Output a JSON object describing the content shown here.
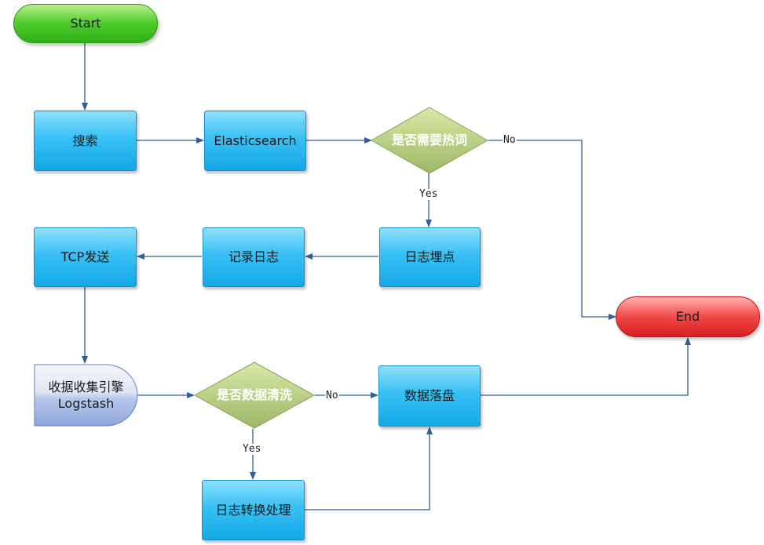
{
  "nodes": {
    "start": "Start",
    "search": "搜索",
    "elasticsearch": "Elasticsearch",
    "hot_decision": "是否需要热词",
    "end": "End",
    "log_tracking": "日志埋点",
    "record_log": "记录日志",
    "tcp_send": "TCP发送",
    "collector_line1": "收据收集引擎",
    "collector_line2": "Logstash",
    "clean_decision": "是否数据清洗",
    "persist": "数据落盘",
    "transform": "日志转换处理"
  },
  "edge_labels": {
    "hot_no": "No",
    "hot_yes": "Yes",
    "clean_no": "No",
    "clean_yes": "Yes"
  },
  "colors": {
    "process": "#38c0f4",
    "start": "#4ccc2a",
    "end": "#f24848",
    "decision": "#b6cc7e",
    "storage": "#a8b9e2",
    "edge": "#2e5f9e"
  }
}
